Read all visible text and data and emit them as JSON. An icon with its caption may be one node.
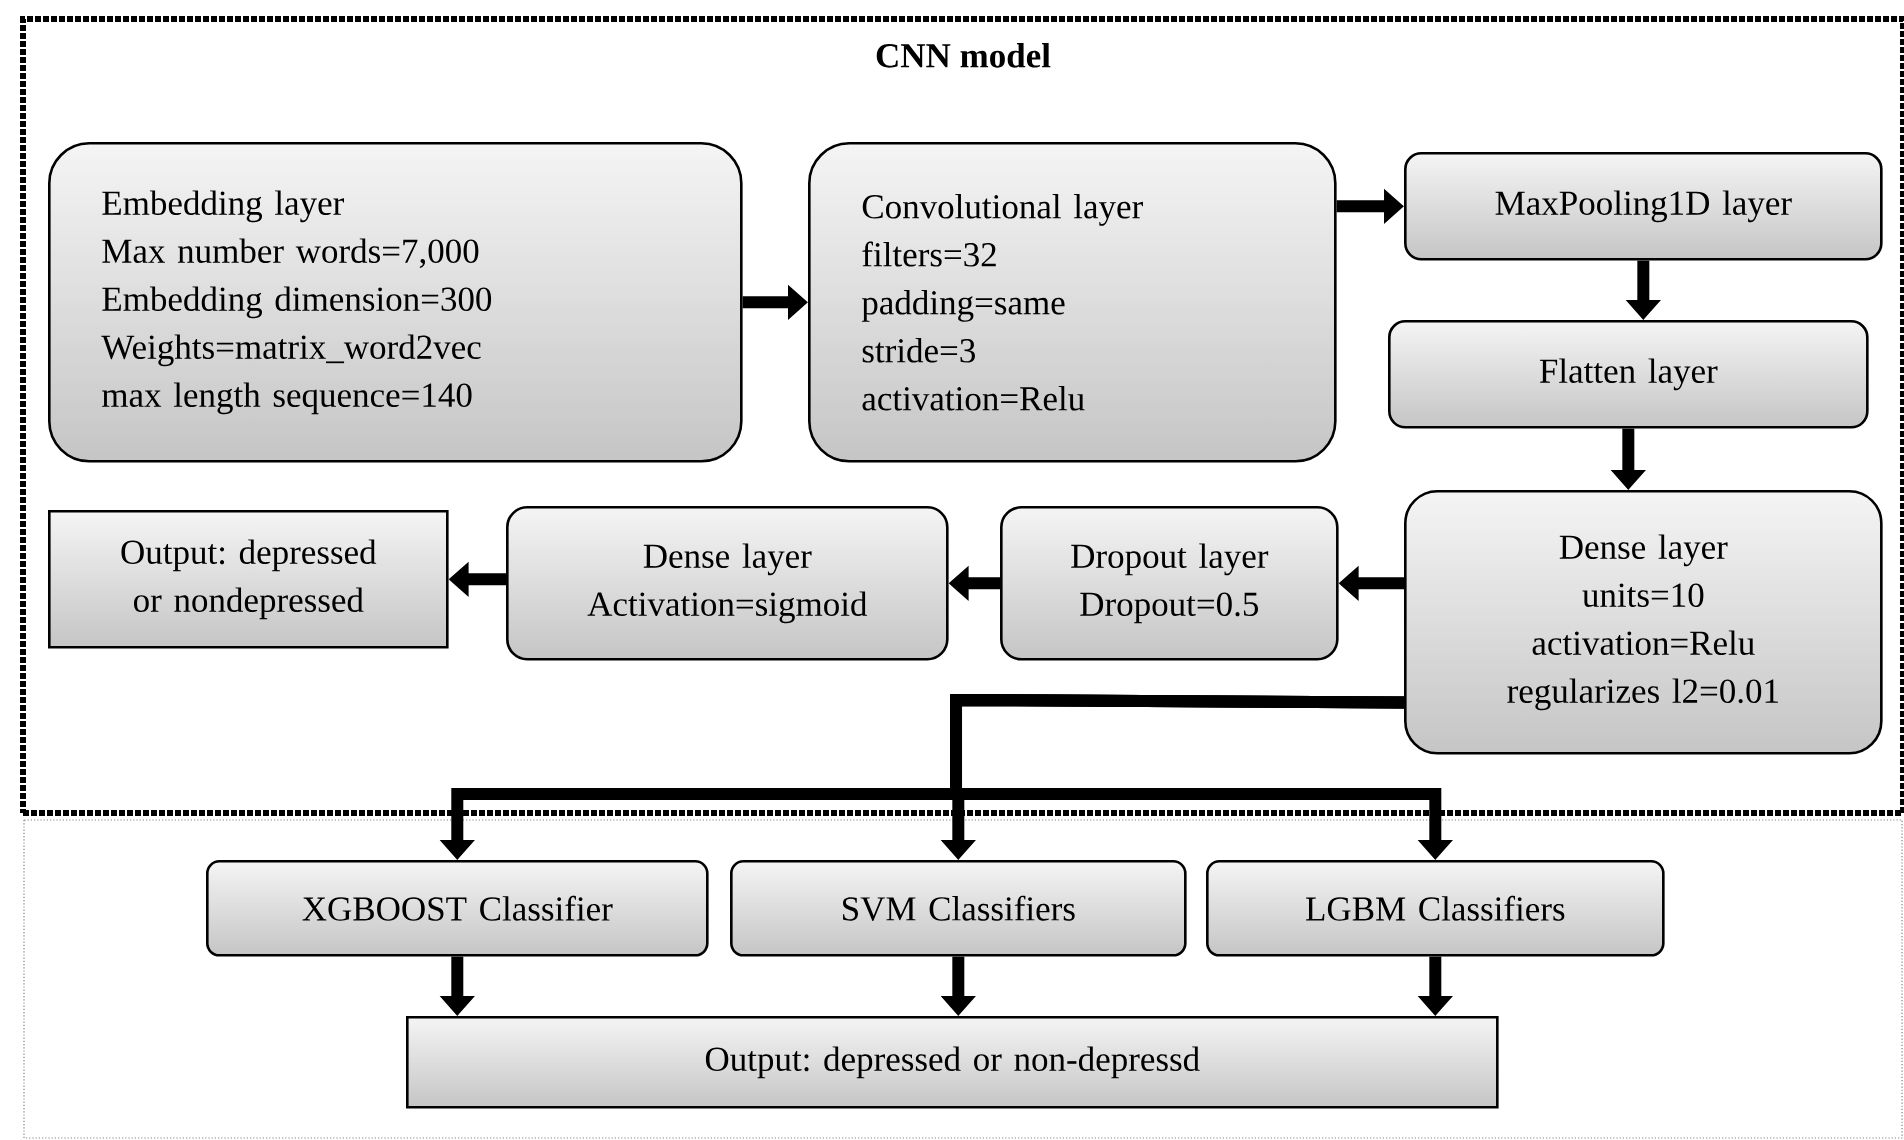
{
  "diagram": {
    "nodes": [
      {
        "text": [
          "CNN model"
        ]
      },
      {
        "text": [
          "Embedding layer",
          "Max number words=7,000",
          "Embedding dimension=300",
          "Weights=matrix_word2vec",
          "max length sequence=140"
        ],
        "in": 0
      },
      {
        "text": [
          "Convolutional layer",
          "filters=32",
          "padding=same",
          "stride=3",
          "activation=Relu"
        ],
        "in": 0
      },
      {
        "text": [
          "MaxPooling1D layer"
        ],
        "in": 0
      },
      {
        "text": [
          "Flatten layer"
        ],
        "in": 0
      },
      {
        "text": [
          "Dense layer",
          "units=10",
          "activation=Relu",
          "regularizes l2=0.01"
        ],
        "in": 0
      },
      {
        "text": [
          "Dropout layer",
          "Dropout=0.5"
        ],
        "in": 0
      },
      {
        "text": [
          "Dense layer",
          "Activation=sigmoid"
        ],
        "in": 0
      },
      {
        "text": [
          "Output: depressed or nondepressed"
        ],
        "in": 0
      },
      {
        "text": [
          "XGBOOST Classifier"
        ]
      },
      {
        "text": [
          "SVM Classifiers"
        ]
      },
      {
        "text": [
          "LGBM Classifiers"
        ]
      },
      {
        "text": [
          "Output: depressed or non-depressd"
        ]
      }
    ],
    "edges": [
      {
        "from": 1,
        "to": 2,
        "arrow": "to"
      },
      {
        "from": 2,
        "to": 3,
        "arrow": "to"
      },
      {
        "from": 3,
        "to": 4,
        "arrow": "to"
      },
      {
        "from": 4,
        "to": 5,
        "arrow": "to"
      },
      {
        "from": 5,
        "to": 6,
        "arrow": "to"
      },
      {
        "from": 6,
        "to": 7,
        "arrow": "to"
      },
      {
        "from": 7,
        "to": 8,
        "arrow": "to"
      },
      {
        "from": 5,
        "to": 9,
        "arrow": "to"
      },
      {
        "from": 5,
        "to": 10,
        "arrow": "to"
      },
      {
        "from": 5,
        "to": 11,
        "arrow": "to"
      },
      {
        "from": 9,
        "to": 12,
        "arrow": "to"
      },
      {
        "from": 10,
        "to": 12,
        "arrow": "to"
      },
      {
        "from": 11,
        "to": 12,
        "arrow": "to"
      }
    ]
  }
}
